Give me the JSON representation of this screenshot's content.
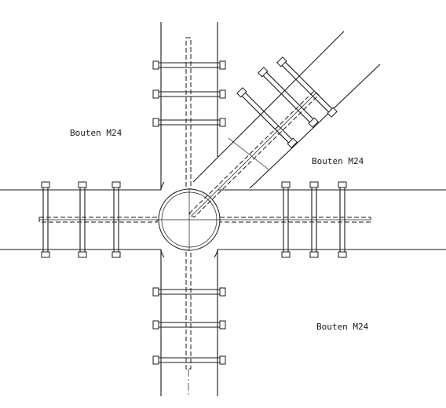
{
  "labels": {
    "bolts_left": "Bouten M24",
    "bolts_right_upper": "Bouten M24",
    "bolts_right_lower": "Bouten M24"
  },
  "colors": {
    "line": "#1a1a1a",
    "background": "#ffffff"
  }
}
